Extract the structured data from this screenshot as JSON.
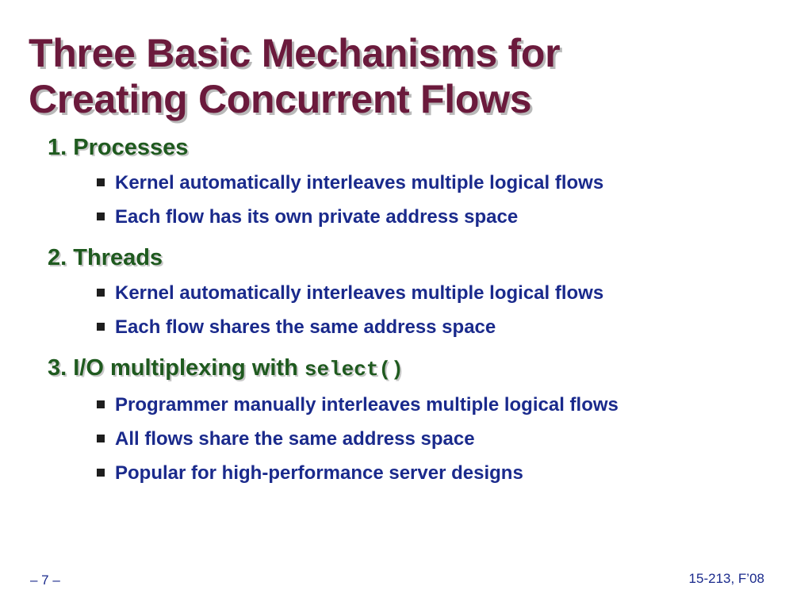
{
  "title": {
    "line1": "Three Basic Mechanisms for",
    "line2": "Creating Concurrent Flows"
  },
  "sections": [
    {
      "heading": "1. Processes",
      "bullets": [
        "Kernel automatically interleaves multiple logical flows",
        "Each flow has its own private address space"
      ]
    },
    {
      "heading": "2. Threads",
      "bullets": [
        "Kernel automatically interleaves multiple logical flows",
        "Each flow shares the same address space"
      ]
    },
    {
      "heading": "3. I/O multiplexing with ",
      "heading_code": "select()",
      "bullets": [
        "Programmer manually interleaves multiple logical flows",
        "All flows share the same address space",
        "Popular for high-performance server designs"
      ]
    }
  ],
  "footer": {
    "page": "– 7 –",
    "course": "15-213, F’08"
  },
  "colors": {
    "title": "#6b1a3c",
    "heading": "#1f5a1f",
    "bullet_text": "#1a2a8c",
    "bullet_marker": "#1e1e1e"
  }
}
